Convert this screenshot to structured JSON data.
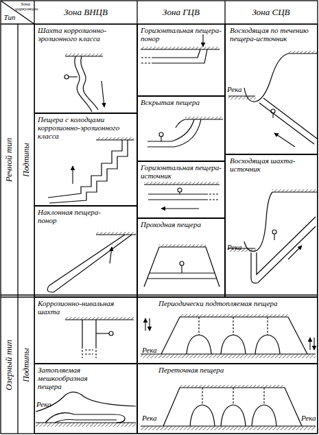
{
  "diagram": {
    "nodes": [
      {
        "text": [
          "Шахта коррозионно-эрозионного класса"
        ]
      },
      {
        "text": [
          "Пещера с колодцами коррозионно-эрозионного класса"
        ]
      },
      {
        "text": [
          "Наклонная пещера-понор"
        ]
      },
      {
        "text": [
          "Горизонтальная пещера-понор"
        ]
      },
      {
        "text": [
          "Вскрытая пещера"
        ]
      },
      {
        "text": [
          "Горизонтальная пещера-источник"
        ]
      },
      {
        "text": [
          "Проходная пещера"
        ]
      },
      {
        "text": [
          "Восходящая по течению пещера-источник",
          "Река"
        ]
      },
      {
        "text": [
          "Восходящая шахта-источник",
          "Река"
        ]
      },
      {
        "text": [
          "Коррозионно-нивальная шахта"
        ]
      },
      {
        "text": [
          "Затопляемая мешкообразная пещера",
          "Река"
        ]
      },
      {
        "text": [
          "Периодически подтопляемая пещера",
          "Река"
        ]
      },
      {
        "text": [
          "Переточная пещера",
          "Река",
          "Река"
        ]
      }
    ],
    "labels": [
      "Тип",
      "Зона циркуляции",
      "Зона ВНЦВ",
      "Зона ГЦВ",
      "Зона СЦВ",
      "Речной тип",
      "Подтипы",
      "Озерный тип",
      "Подтипы"
    ]
  }
}
